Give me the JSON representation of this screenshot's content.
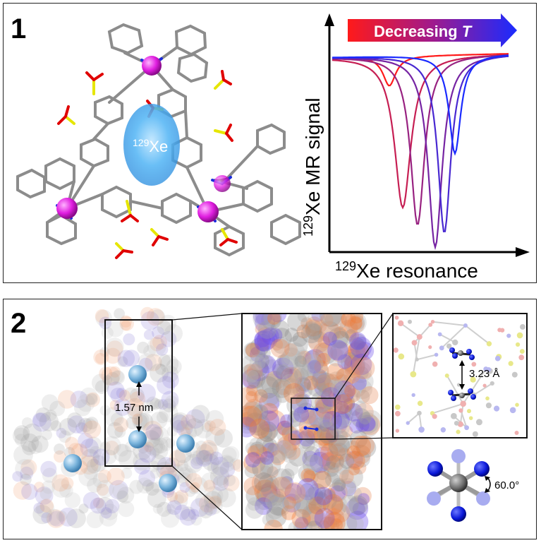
{
  "panel1": {
    "label": "1",
    "molecule_label_sup": "129",
    "molecule_label_main": "Xe",
    "arrow_label": "Decreasing ",
    "arrow_label_var": "T",
    "ylabel_sup": "129",
    "ylabel_main": "Xe MR signal",
    "xlabel_sup": "129",
    "xlabel_main": "Xe resonance",
    "colors": {
      "arrow_start": "#ff1a1a",
      "arrow_end": "#1a2bff"
    }
  },
  "panel2": {
    "label": "2",
    "distance_label": "1.57 nm",
    "separation_label": "3.23 Å",
    "angle_label": "60.0°"
  }
}
